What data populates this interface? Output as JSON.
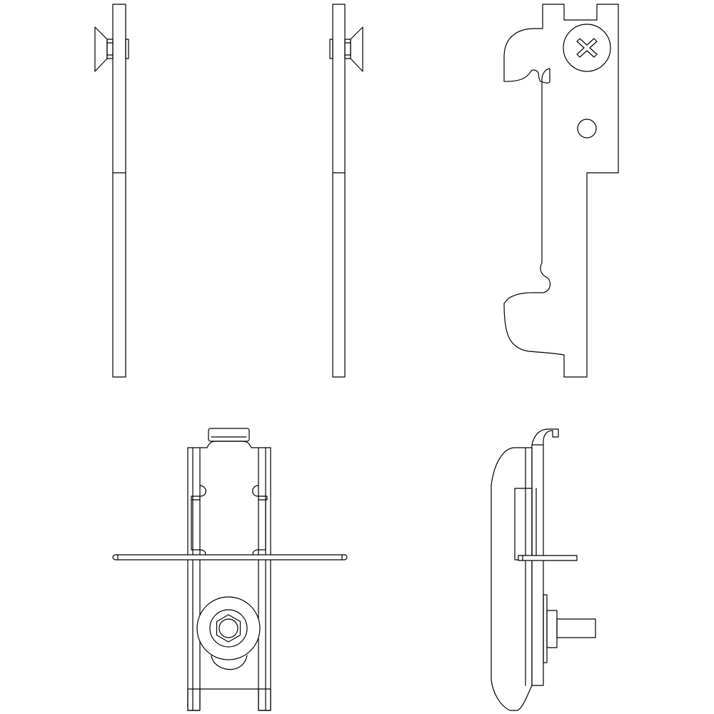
{
  "drawing": {
    "background": "#ffffff",
    "line_color": "#000000",
    "views": [
      {
        "id": "left-side-view",
        "label": ""
      },
      {
        "id": "right-side-view",
        "label": ""
      },
      {
        "id": "front-profile-view",
        "label": ""
      },
      {
        "id": "bottom-top-view",
        "label": ""
      },
      {
        "id": "bottom-side-view",
        "label": ""
      }
    ],
    "icons": [
      "cross-recess-screw-icon",
      "round-hole-icon",
      "hex-nut-icon",
      "countersunk-screw-icon"
    ]
  }
}
